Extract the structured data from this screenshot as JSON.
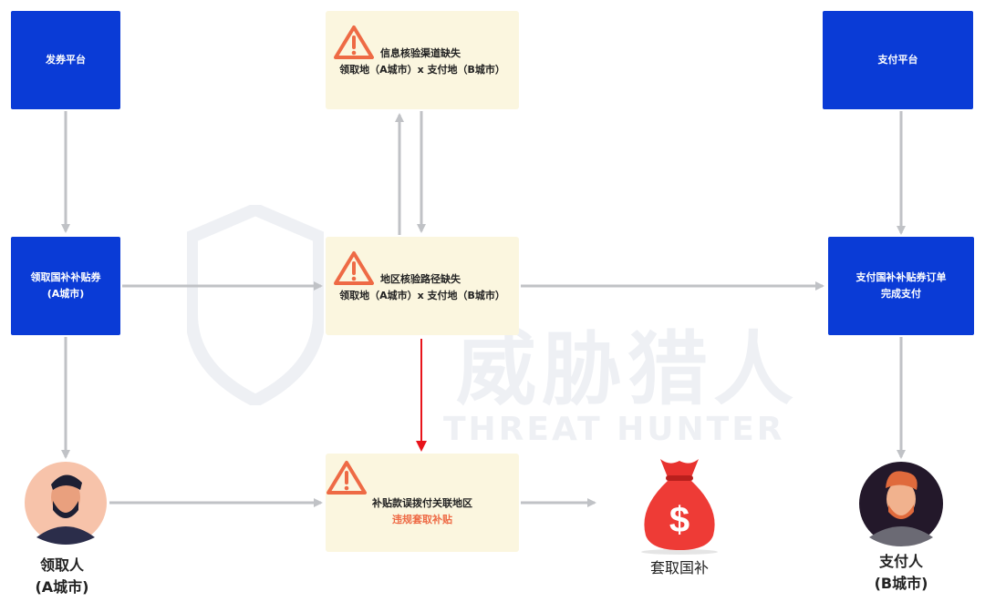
{
  "watermark": {
    "cn": "威胁猎人",
    "en": "THREAT HUNTER"
  },
  "nodes": {
    "issue_platform": "发券平台",
    "pay_platform": "支付平台",
    "claim_coupon": {
      "line1": "领取国补补贴券",
      "line2": "(A城市)"
    },
    "pay_order": {
      "line1": "支付国补补贴券订单",
      "line2": "完成支付"
    },
    "info_check": {
      "line1": "信息核验渠道缺失",
      "line2": "领取地（A城市）x 支付地（B城市）"
    },
    "region_check": {
      "line1": "地区核验路径缺失",
      "line2": "领取地（A城市）x 支付地（B城市）"
    },
    "misallocation": {
      "line1": "补贴款误拨付关联地区",
      "line2": "违规套取补贴"
    }
  },
  "people": {
    "claimer": {
      "line1": "领取人",
      "line2": "(A城市)"
    },
    "payer": {
      "line1": "支付人",
      "line2": "(B城市)"
    }
  },
  "money_bag": {
    "symbol": "$",
    "label": "套取国补"
  },
  "colors": {
    "blue": "#0a3bd6",
    "yellow": "#fbf6df",
    "warning": "#ee6a45",
    "arrow": "#c0c2c6",
    "red_arrow": "#e8141b"
  }
}
